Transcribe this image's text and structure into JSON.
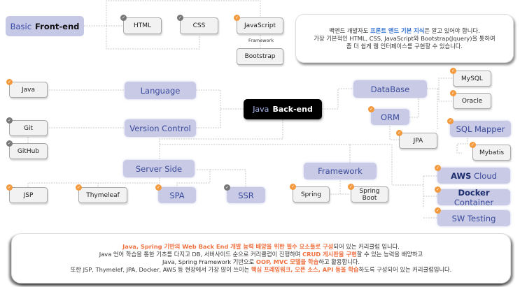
{
  "front": {
    "title_prefix": "Basic",
    "title_main": "Front-end",
    "nodes": {
      "html": {
        "label": "HTML",
        "status": "gray"
      },
      "css": {
        "label": "CSS",
        "status": "gray"
      },
      "javascript": {
        "label": "JavaScript",
        "status": "orange"
      },
      "bootstrap": {
        "label": "Bootstrap"
      }
    },
    "framework_label": "Framework",
    "callout": {
      "line1_pre": "백엔드 개발자도 ",
      "line1_highlight": "프론트 엔드 기본 지식",
      "line1_post": "은 알고 있어야 합니다.",
      "line2": "가장 기본적인 HTML, CSS, JavaScript와 Bootstrap(Jquery)을 통하여",
      "line3": "좀 더 쉽게 웹 인터페이스를 구현할 수 있습니다."
    }
  },
  "root": {
    "prefix": "Java",
    "main": "Back-end"
  },
  "categories": {
    "language": "Language",
    "version_control": "Version Control",
    "server_side": "Server Side",
    "database": "DataBase",
    "orm": "ORM",
    "sql_mapper": "SQL Mapper",
    "framework": "Framework",
    "spa": "SPA",
    "ssr": "SSR",
    "aws_bold": "AWS",
    "aws_rest": "Cloud",
    "docker_bold": "Docker",
    "docker_rest": "Container",
    "sw_testing": "SW Testing"
  },
  "leaves": {
    "java": "Java",
    "git": "Git",
    "github": "GitHub",
    "jsp": "JSP",
    "thymeleaf": "Thymeleaf",
    "mysql": "MySQL",
    "oracle": "Oracle",
    "jpa": "JPA",
    "mybatis": "Mybatis",
    "spring": "Spring",
    "spring_boot_1": "Spring",
    "spring_boot_2": "Boot"
  },
  "status_colors": {
    "done": "#f49a3e",
    "pending": "#777777"
  },
  "summary": {
    "line1_a": "Java, Spring 기반의 Web Back End 개발 능력 배양을 위한 필수 요소들로 구성",
    "line1_b": "되어 있는 커리큘럼 입니다.",
    "line2_a": "Java 언어 학습을 통한 기초를 다지고 DB, 서버사이드 순으로 커리큘럼이 진행하며 ",
    "line2_b": "CRUD  게시판을 구현",
    "line2_c": "할 수 있는 능력을 배양하고",
    "line3_a": "Java, Spring Framework 기반으로 ",
    "line3_b": "OOP, MVC 모델을 학습",
    "line3_c": "하고 활용합니다.",
    "line4_a": "또한 JSP, Thymelef, JPA, Docker, AWS 등 현장에서 가장 많이 쓰이는 ",
    "line4_b": "핵심 프레임워크, 오픈 소스, API 등을 학습",
    "line4_c": "하도록 구성되어 있는 커리큘럼입니다."
  }
}
